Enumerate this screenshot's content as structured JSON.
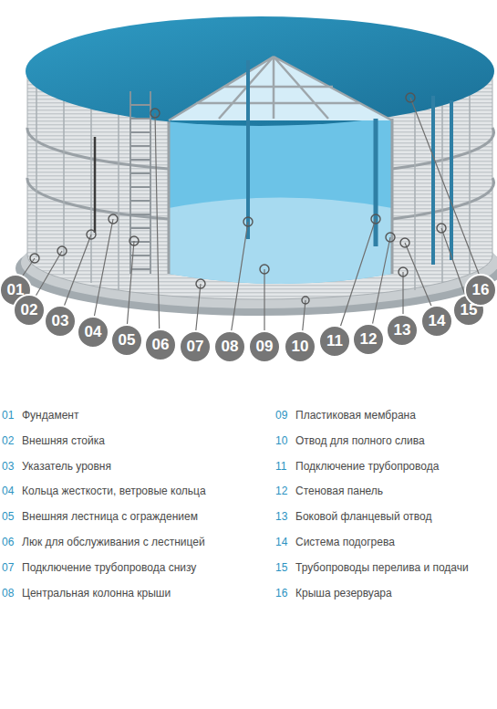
{
  "diagram": {
    "labels": [
      "01",
      "02",
      "03",
      "04",
      "05",
      "06",
      "07",
      "08",
      "09",
      "10",
      "11",
      "12",
      "13",
      "14",
      "15",
      "16",
      "01",
      "Фундамент",
      "02",
      "Внешняя стойка",
      "03",
      "Указатель уровня",
      "04",
      "Кольца жесткости, ветровые кольца",
      "05",
      "Внешняя лестница с ограждением",
      "06",
      "Люк  для обслуживания с лестницей",
      "07",
      "Подключение трубопровода снизу",
      "08",
      "Центральная колонна крыши",
      "09",
      "Пластиковая мембрана",
      "10",
      "Отвод для полного слива",
      "11",
      "Подключение трубопровода",
      "12",
      "Стеновая панель",
      "13",
      "Боковой фланцевый отвод",
      "14",
      "Система подогрева",
      "15",
      "Трубопроводы перелива и подачи",
      "16",
      "Крыша резервуара"
    ]
  }
}
